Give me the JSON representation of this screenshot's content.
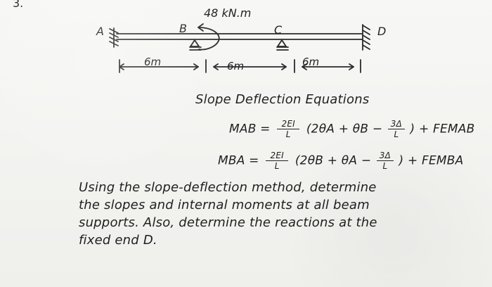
{
  "problem_number": "3.",
  "diagram": {
    "moment_label": "48 kN.m",
    "support_labels": [
      "A",
      "B",
      "C",
      "D"
    ],
    "spans": [
      "6m",
      "6m",
      "6m"
    ]
  },
  "equations": {
    "heading": "Slope Deflection Equations",
    "eq1_lhs": "MAB",
    "eq1_frac_num": "2EI",
    "eq1_frac_den": "L",
    "eq1_middle": "(2θA + θB −",
    "eq1_delta_num": "3Δ",
    "eq1_delta_den": "L",
    "eq1_tail": ") + FEMAB",
    "eq2_lhs": "MBA",
    "eq2_frac_num": "2EI",
    "eq2_frac_den": "L",
    "eq2_middle": "(2θB + θA −",
    "eq2_delta_num": "3Δ",
    "eq2_delta_den": "L",
    "eq2_tail": ") + FEMBA"
  },
  "instruction": {
    "line1": "Using the slope-deflection method, determine",
    "line2": "the slopes and internal moments at all beam",
    "line3": "supports. Also, determine the reactions at the",
    "line4": "fixed end D."
  }
}
